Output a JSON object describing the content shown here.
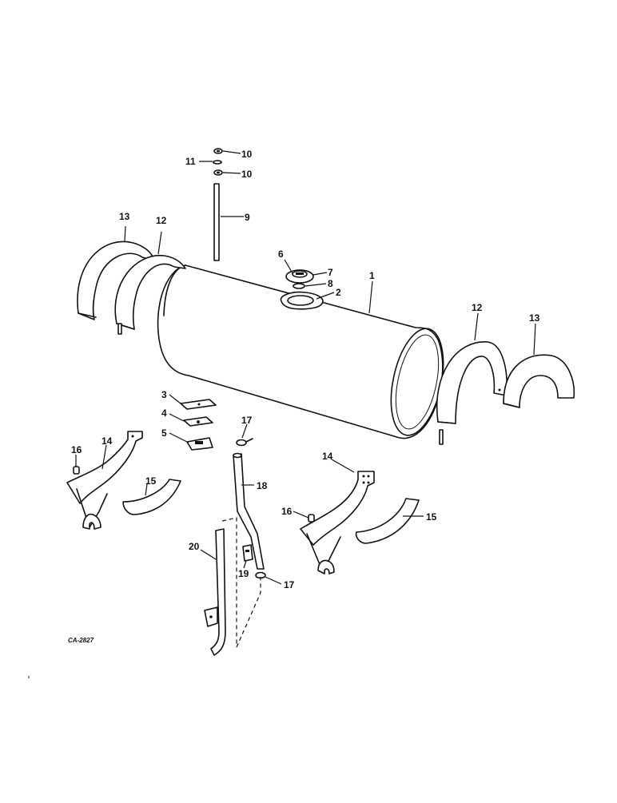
{
  "diagram": {
    "code": "CA-2827",
    "callouts": {
      "c1": "1",
      "c2": "2",
      "c3": "3",
      "c4": "4",
      "c5": "5",
      "c6": "6",
      "c7": "7",
      "c8": "8",
      "c9": "9",
      "c10a": "10",
      "c10b": "10",
      "c11": "11",
      "c12a": "12",
      "c12b": "12",
      "c13a": "13",
      "c13b": "13",
      "c14a": "14",
      "c14b": "14",
      "c15a": "15",
      "c15b": "15",
      "c16a": "16",
      "c16b": "16",
      "c17a": "17",
      "c17b": "17",
      "c18": "18",
      "c19": "19",
      "c20": "20"
    }
  }
}
